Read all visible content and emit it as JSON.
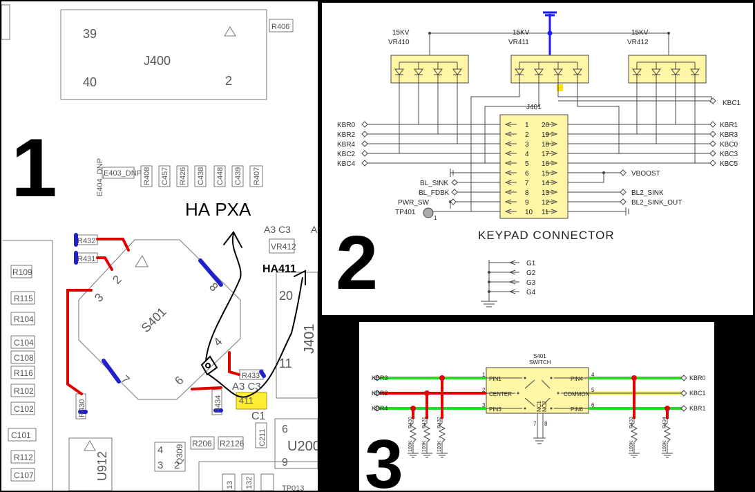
{
  "panel1": {
    "number": "1",
    "connector": {
      "ref": "J400",
      "pin_tl": "39",
      "pin_bl": "40",
      "pin_br": "2"
    },
    "top_right_ref": "R406",
    "top_row_refs": [
      "R408",
      "C457",
      "R426",
      "C438",
      "C448",
      "C439",
      "R407"
    ],
    "e404": "E404_DNP",
    "e403": "E403_DNP",
    "annotation_pxa": "НА PXA",
    "annotation_411": "НА411",
    "vr412": "VR412",
    "a3c3_top": "A3 C3",
    "a_top": "A",
    "left_refs": [
      "R109",
      "R115",
      "R104",
      "C104",
      "C108",
      "R116",
      "R102",
      "C102",
      "C101",
      "R112",
      "C107"
    ],
    "switch": {
      "ref": "S401",
      "pins": [
        "2",
        "3",
        "7",
        "8",
        "4",
        "6"
      ],
      "r432": "R432",
      "r431": "R431",
      "r430": "R430",
      "r433": "R433",
      "r434": "R434"
    },
    "j401_label": "J401",
    "j401_pin20": "20",
    "j401_pin11": "11",
    "a3c3_bottom": "A3 C3",
    "d411": "411",
    "c1": "C1",
    "u200": "U200",
    "u200_6": "6",
    "u200_9": "9",
    "u912": "U912",
    "bottom_refs": [
      "R206",
      "R2126",
      "C211"
    ],
    "q309_4": "4",
    "q309_3": "3",
    "q309_2": "2",
    "q309": "Q309",
    "tp013": "TP013",
    "r13": "13",
    "c132": "132"
  },
  "panel2": {
    "number": "2",
    "tvs": [
      {
        "kv": "15KV",
        "ref": "VR410"
      },
      {
        "kv": "15KV",
        "ref": "VR411"
      },
      {
        "kv": "15KV",
        "ref": "VR412"
      }
    ],
    "connector_ref": "J401",
    "connector_title": "KEYPAD CONNECTOR",
    "left_nets": [
      "KBR0",
      "KBR2",
      "KBR4",
      "KBC2",
      "KBC4"
    ],
    "right_nets": [
      "KBC1",
      "KBR1",
      "KBR3",
      "KBC0",
      "KBC3",
      "KBC5"
    ],
    "left_pins": [
      "1",
      "2",
      "3",
      "4",
      "5",
      "6",
      "7",
      "8",
      "9",
      "10"
    ],
    "right_pins": [
      "20",
      "19",
      "18",
      "17",
      "16",
      "15",
      "14",
      "13",
      "12",
      "11"
    ],
    "bl_sink": "BL_SINK",
    "bl_fdbk": "BL_FDBK",
    "pwr_sw": "PWR_SW",
    "tp401": "TP401",
    "tp401_pin": "1",
    "vboost": "VBOOST",
    "bl2_sink": "BL2_SINK",
    "bl2_sink_out": "BL2_SINK_OUT",
    "grounds": [
      "G1",
      "G2",
      "G3",
      "G4"
    ]
  },
  "panel3": {
    "number": "3",
    "switch_ref": "S401",
    "switch_type": "SWITCH",
    "left_nets": [
      "KBR3",
      "KBR2",
      "KBR4"
    ],
    "right_nets": [
      "KBR0",
      "KBC1",
      "KBR1"
    ],
    "pin_labels_left": [
      "PIN1",
      "CENTER",
      "PIN3"
    ],
    "pin_labels_right": [
      "PIN4",
      "COMMON",
      "PIN6"
    ],
    "pin_numbers_left": [
      "1",
      "2",
      "3"
    ],
    "pin_numbers_right": [
      "4",
      "5",
      "6"
    ],
    "nc": [
      "NC1",
      "NC2"
    ],
    "nc_pins": [
      "7",
      "8"
    ],
    "resistors": [
      {
        "ref": "R430",
        "value": "100K"
      },
      {
        "ref": "R431",
        "value": "100K"
      },
      {
        "ref": "R432",
        "value": "100K"
      },
      {
        "ref": "R433",
        "value": "100K"
      },
      {
        "ref": "R434",
        "value": "100K"
      }
    ]
  }
}
